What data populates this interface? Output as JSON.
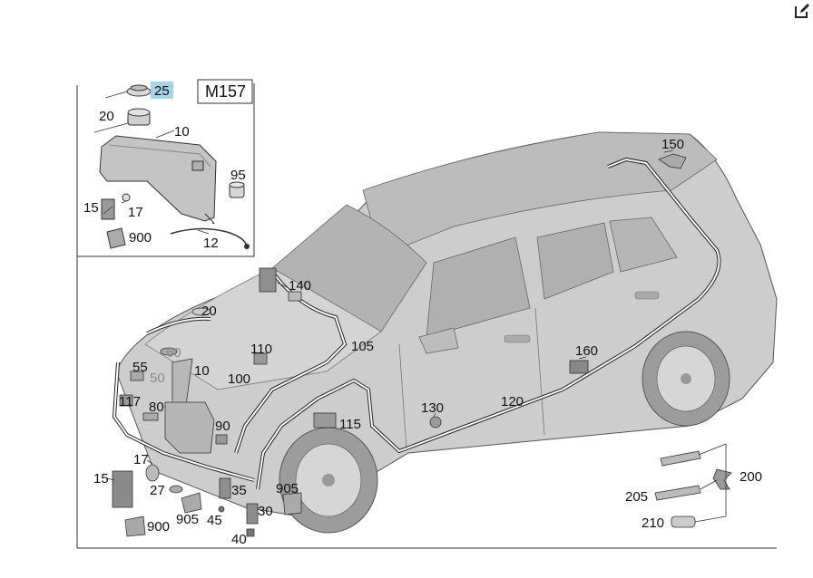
{
  "diagram": {
    "inset_label": "M157",
    "highlight_color": "#a8d4ea",
    "line_color": "#222222",
    "body_color": "#c9c9c9",
    "edit_icon": "edit-icon",
    "callouts": {
      "c25": "25",
      "c20a": "20",
      "c10a": "10",
      "c95": "95",
      "c15a": "15",
      "c17a": "17",
      "c900a": "900",
      "c12": "12",
      "c150": "150",
      "c140": "140",
      "c20b": "20",
      "c60": "60",
      "c110": "110",
      "c105": "105",
      "c55": "55",
      "c50": "50",
      "c10b": "10",
      "c100": "100",
      "c117": "117",
      "c80": "80",
      "c160": "160",
      "c130": "130",
      "c120": "120",
      "c90": "90",
      "c115": "115",
      "c17b": "17",
      "c15b": "15",
      "c27": "27",
      "c35": "35",
      "c905a": "905",
      "c905b": "905",
      "c45": "45",
      "c30": "30",
      "c900b": "900",
      "c40": "40",
      "c200": "200",
      "c205": "205",
      "c210": "210"
    }
  }
}
